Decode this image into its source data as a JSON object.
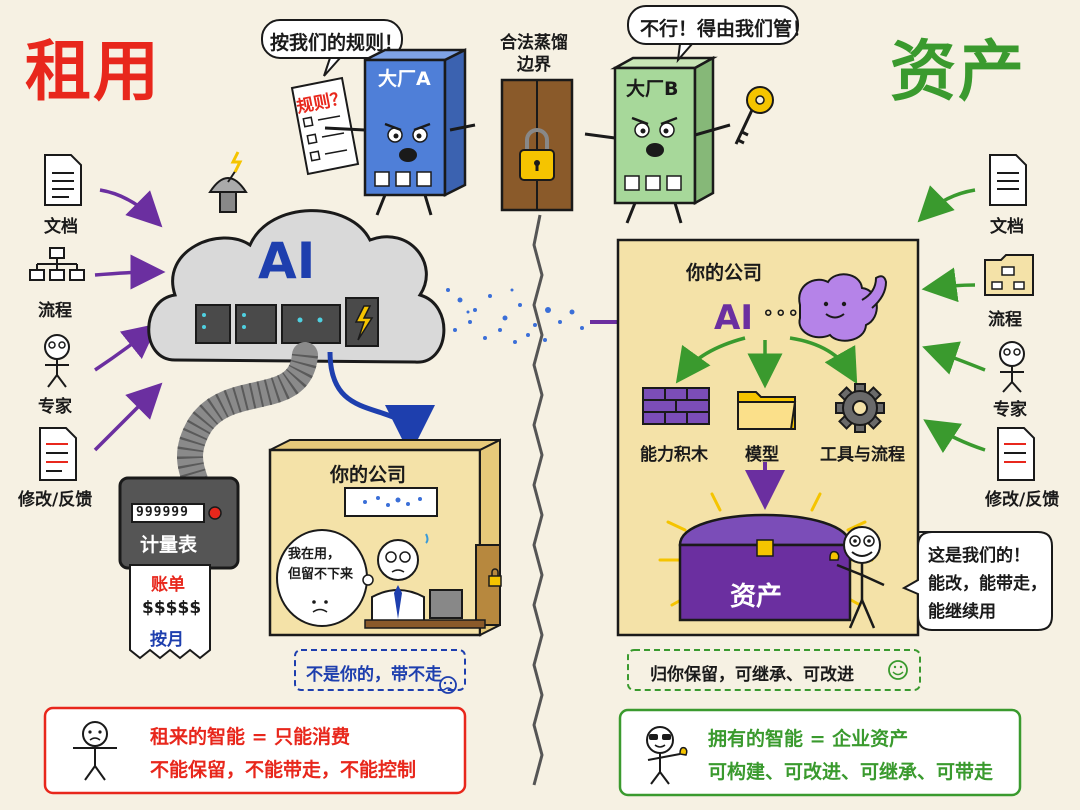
{
  "titles": {
    "rent": "租用",
    "own": "资产"
  },
  "colors": {
    "rent": "#e8271c",
    "own": "#3a9a2e",
    "ink": "#1a1a1a",
    "purple": "#6b2fa0",
    "blue": "#1e3fae",
    "cloud": "#d9d9d9",
    "paper": "#f6f1e3",
    "box": "#f4e2a8"
  },
  "border": {
    "label": "合法蒸馏\n边界"
  },
  "factory_a": {
    "label": "大厂A",
    "speech": "按我们的规则！",
    "rules_title": "规则？"
  },
  "factory_b": {
    "label": "大厂B",
    "speech": "不行！得由我们管！"
  },
  "left_inputs": [
    {
      "label": "文档",
      "icon": "document-icon"
    },
    {
      "label": "流程",
      "icon": "flowchart-icon"
    },
    {
      "label": "专家",
      "icon": "expert-icon"
    },
    {
      "label": "修改/反馈",
      "icon": "feedback-icon"
    }
  ],
  "right_inputs": [
    {
      "label": "文档",
      "icon": "document-icon"
    },
    {
      "label": "流程",
      "icon": "flowchart-icon"
    },
    {
      "label": "专家",
      "icon": "expert-icon"
    },
    {
      "label": "修改/反馈",
      "icon": "feedback-icon"
    }
  ],
  "cloud": {
    "label": "AI"
  },
  "meter": {
    "digits": "999999",
    "label": "计量表",
    "bill_title": "账单",
    "bill_amount": "$$$$$",
    "bill_period": "按月"
  },
  "left_company": {
    "title": "你的公司",
    "thought": "我在用，\n但留不下来"
  },
  "left_note": "不是你的，带不走",
  "left_summary": {
    "line1": "租来的智能 = 只能消费",
    "line2": "不能保留，不能带走，不能控制"
  },
  "right_company": {
    "title": "你的公司",
    "ai": "AI",
    "ai_dots": "∘∘∘",
    "components": [
      "能力积木",
      "模型",
      "工具与流程"
    ],
    "asset_label": "资产",
    "speech": "这是我们的！\n能改，能带走，\n能继续用"
  },
  "right_note": "归你保留，可继承、可改进",
  "right_summary": {
    "line1": "拥有的智能 = 企业资产",
    "line2": "可构建、可改进、可继承、可带走"
  }
}
